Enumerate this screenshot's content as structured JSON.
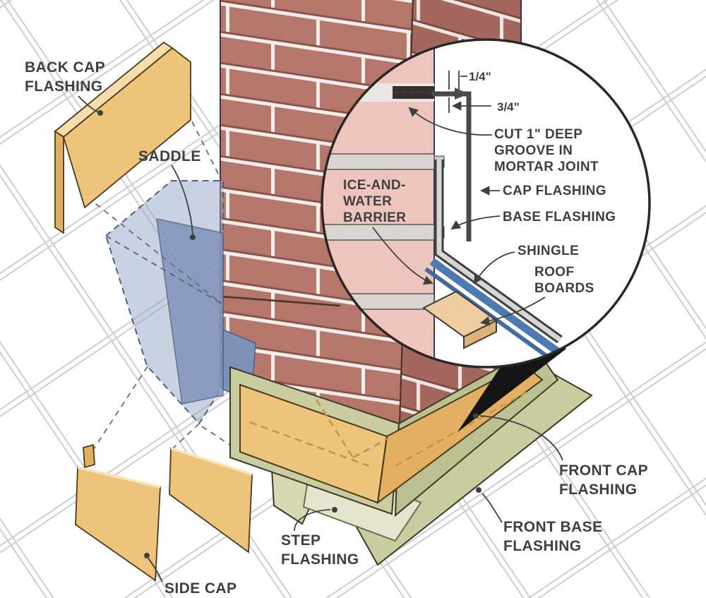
{
  "title": "Chimney flashing installation diagram",
  "colors": {
    "brick_front": "#b5766c",
    "brick_right": "#a3675d",
    "mortar": "#f4efeb",
    "inset_brick_pink": "#edc5bc",
    "inset_mortar_gray": "#d8d5d3",
    "flashing_yellow": "#eec37a",
    "flashing_olive": "#c9cc9f",
    "step_pale_green": "#e3e5cc",
    "saddle_blue": "#8c9bc3",
    "shingle_blue": "#4d7ab3",
    "roof_board_tan": "#eecd9f",
    "metal_gray": "#4c4a48",
    "label_text": "#3f3f3f",
    "roof_line_gray": "#cdcdcd"
  },
  "labels": {
    "back_cap_flashing": [
      "BACK CAP",
      "FLASHING"
    ],
    "saddle": "SADDLE",
    "side_cap": "SIDE CAP",
    "step_flashing": [
      "STEP",
      "FLASHING"
    ],
    "front_cap_flashing": [
      "FRONT CAP",
      "FLASHING"
    ],
    "front_base_flashing": [
      "FRONT BASE",
      "FLASHING"
    ]
  },
  "inset": {
    "dimensions": {
      "groove_offset": "1/4\"",
      "groove_depth": "3/4\""
    },
    "labels": {
      "ice_and_water_barrier": [
        "ICE-AND-",
        "WATER",
        "BARRIER"
      ],
      "cut_groove": [
        "CUT 1\" DEEP",
        "GROOVE IN",
        "MORTAR JOINT"
      ],
      "cap_flashing": "CAP FLASHING",
      "base_flashing": "BASE FLASHING",
      "shingle": "SHINGLE",
      "roof_boards": [
        "ROOF",
        "BOARDS"
      ]
    }
  }
}
